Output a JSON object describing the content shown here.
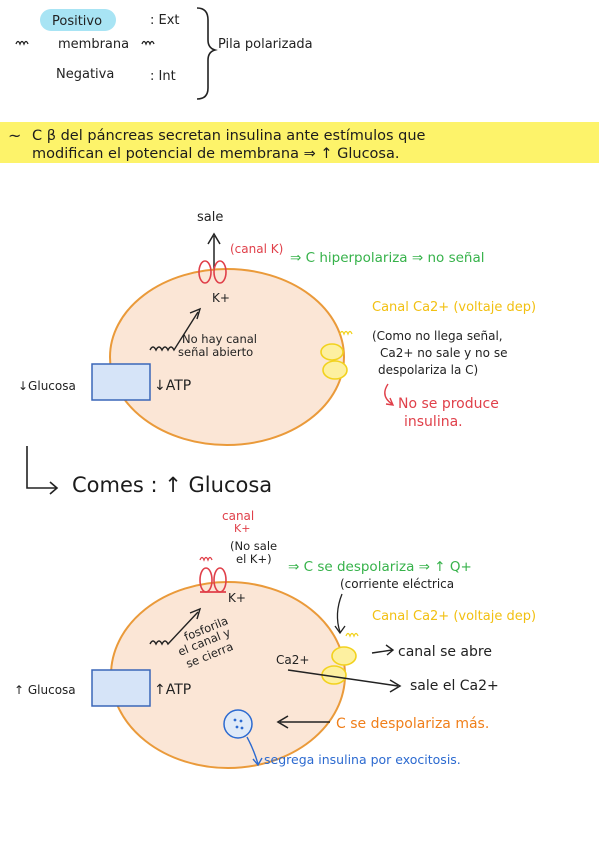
{
  "polarity": {
    "positive_tag": "Positivo",
    "ext_label": ": Ext",
    "membrane_label": "membrana",
    "negative_label": "Negativa",
    "int_label": ": Int",
    "result_label": "Pila polarizada"
  },
  "highlight": {
    "line1": "C β del páncreas secretan insulina ante estímulos que",
    "line2": "modifican el potencial de membrana ⇒ ↑ Glucosa."
  },
  "top_cell": {
    "sale_label": "sale",
    "k_channel_label": "(canal K)",
    "k_ion": "K+",
    "hyper_note": "⇒ C hiperpolariza ⇒ no señal",
    "ca_channel_label": "Canal Ca2+ (voltaje dep)",
    "no_channel_1": "No hay canal",
    "no_channel_2": "señal abierto",
    "explain_1": "(Como no llega señal,",
    "explain_2": "Ca2+ no sale y no se",
    "explain_3": "despolariza la C)",
    "no_insulin_1": "No se produce",
    "no_insulin_2": "insulina.",
    "glucose_label": "↓Glucosa",
    "atp_label": "↓ATP"
  },
  "transition": {
    "label": "Comes : ↑ Glucosa"
  },
  "bottom_cell": {
    "k_channel_label_1": "canal",
    "k_channel_label_2": "K+",
    "no_k_1": "(No sale",
    "no_k_2": "el K+)",
    "depol_note": "⇒ C se despolariza ⇒ ↑ Q+",
    "current_label": "(corriente eléctrica",
    "ca_channel_label": "Canal Ca2+ (voltaje dep)",
    "k_ion": "K+",
    "phos_1": "fosforila",
    "phos_2": "el canal y",
    "phos_3": "se cierra",
    "ca_ion": "Ca2+",
    "channel_opens": "canal se abre",
    "ca_out": "sale el Ca2+",
    "more_depol": "C se despolariza más.",
    "glucose_label": "↑ Glucosa",
    "atp_label": "↑ATP",
    "exocytosis": "segrega insulina por exocitosis."
  },
  "colors": {
    "highlight": "#fdf36a",
    "cell_fill": "#fbe6d6",
    "cell_stroke": "#ea9a3a",
    "red": "#e0404a",
    "green": "#36b24a",
    "yellow": "#f2d21e",
    "orange": "#f07f1a",
    "blue": "#2c6ad0",
    "tag": "#a8e4f4"
  }
}
